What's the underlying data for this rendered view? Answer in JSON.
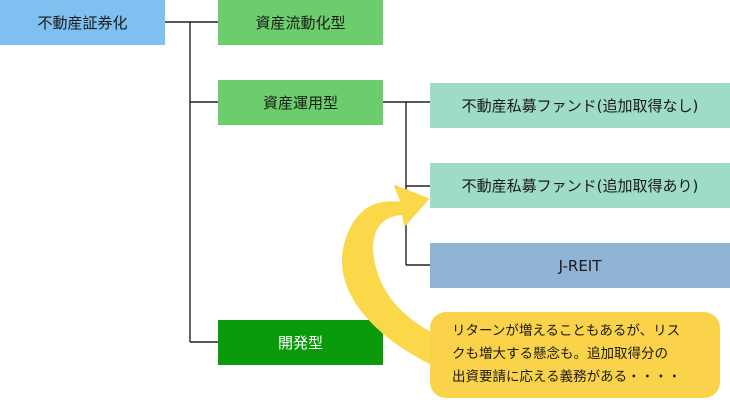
{
  "nodes": {
    "root": "不動産証券化",
    "liquidation": "資産流動化型",
    "operation": "資産運用型",
    "development": "開発型",
    "fund_no_add": "不動産私募ファンド(追加取得なし)",
    "fund_add": "不動産私募ファンド(追加取得あり)",
    "jreit": "J-REIT"
  },
  "callout": {
    "lines": [
      "リターンが増えることもあるが、リス",
      "クも増大する懸念も。追加取得分の",
      "出資要請に応える義務がある・・・・"
    ]
  },
  "colors": {
    "root": "#7ec1f0",
    "green": "#6bcd6b",
    "dark_green": "#0a9a0a",
    "mint": "#9fdcc5",
    "steel_blue": "#8fb3d3",
    "callout": "#fbd34a",
    "arrow": "#fbd84a"
  }
}
